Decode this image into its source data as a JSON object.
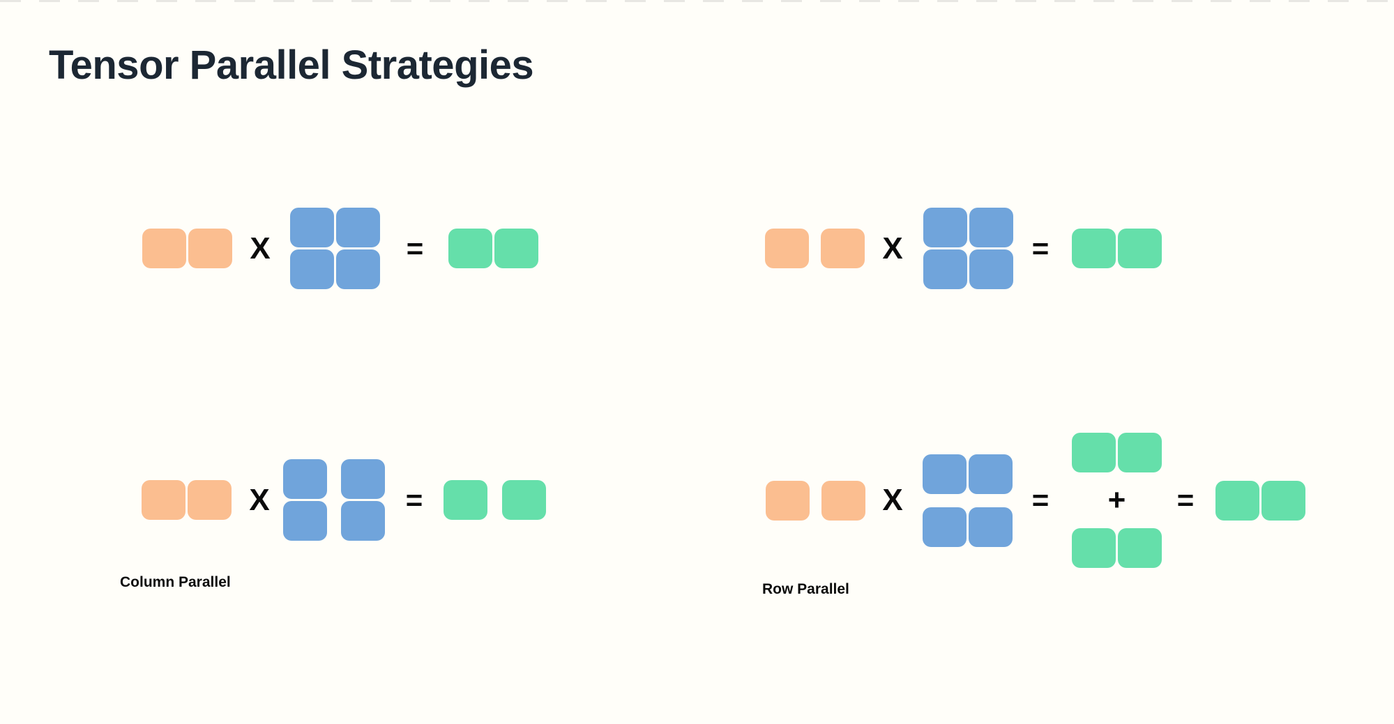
{
  "page": {
    "title": "Tensor Parallel Strategies"
  },
  "theme": {
    "background": "#FFFEF9",
    "top_dash_color": "#E8E7E3",
    "title_color": "#1C2733",
    "operator_color": "#0B0B0B",
    "input_color": "#FBBE90",
    "weight_color": "#70A4DB",
    "output_color": "#65DFAA",
    "block_w": 63,
    "block_h": 57,
    "block_radius": 12,
    "seam": 3
  },
  "operators": {
    "multiply": "X",
    "equals": "=",
    "plus": "+"
  },
  "diagrams": {
    "top_left": {
      "input": {
        "role": "input",
        "rows": 1,
        "cols": 2,
        "col_gap": 3,
        "row_gap": 3
      },
      "weight": {
        "role": "weight",
        "rows": 2,
        "cols": 2,
        "col_gap": 3,
        "row_gap": 3
      },
      "output": {
        "role": "output",
        "rows": 1,
        "cols": 2,
        "col_gap": 3,
        "row_gap": 3
      }
    },
    "top_right": {
      "input": {
        "role": "input",
        "rows": 1,
        "cols": 2,
        "col_gap": 17,
        "row_gap": 3
      },
      "weight": {
        "role": "weight",
        "rows": 2,
        "cols": 2,
        "col_gap": 3,
        "row_gap": 3
      },
      "output": {
        "role": "output",
        "rows": 1,
        "cols": 2,
        "col_gap": 3,
        "row_gap": 3
      }
    },
    "column_parallel": {
      "label": "Column Parallel",
      "input": {
        "role": "input",
        "rows": 1,
        "cols": 2,
        "col_gap": 3,
        "row_gap": 3
      },
      "weight": {
        "role": "weight",
        "rows": 2,
        "cols": 2,
        "col_gap": 20,
        "row_gap": 3
      },
      "output": {
        "role": "output",
        "rows": 1,
        "cols": 2,
        "col_gap": 21,
        "row_gap": 3
      }
    },
    "row_parallel": {
      "label": "Row Parallel",
      "input": {
        "role": "input",
        "rows": 1,
        "cols": 2,
        "col_gap": 17,
        "row_gap": 3
      },
      "weight": {
        "role": "weight",
        "rows": 2,
        "cols": 2,
        "col_gap": 3,
        "row_gap": 19
      },
      "partial_top": {
        "role": "output",
        "rows": 1,
        "cols": 2,
        "col_gap": 3,
        "row_gap": 3
      },
      "partial_bottom": {
        "role": "output",
        "rows": 1,
        "cols": 2,
        "col_gap": 3,
        "row_gap": 3
      },
      "output": {
        "role": "output",
        "rows": 1,
        "cols": 2,
        "col_gap": 3,
        "row_gap": 3
      }
    }
  }
}
